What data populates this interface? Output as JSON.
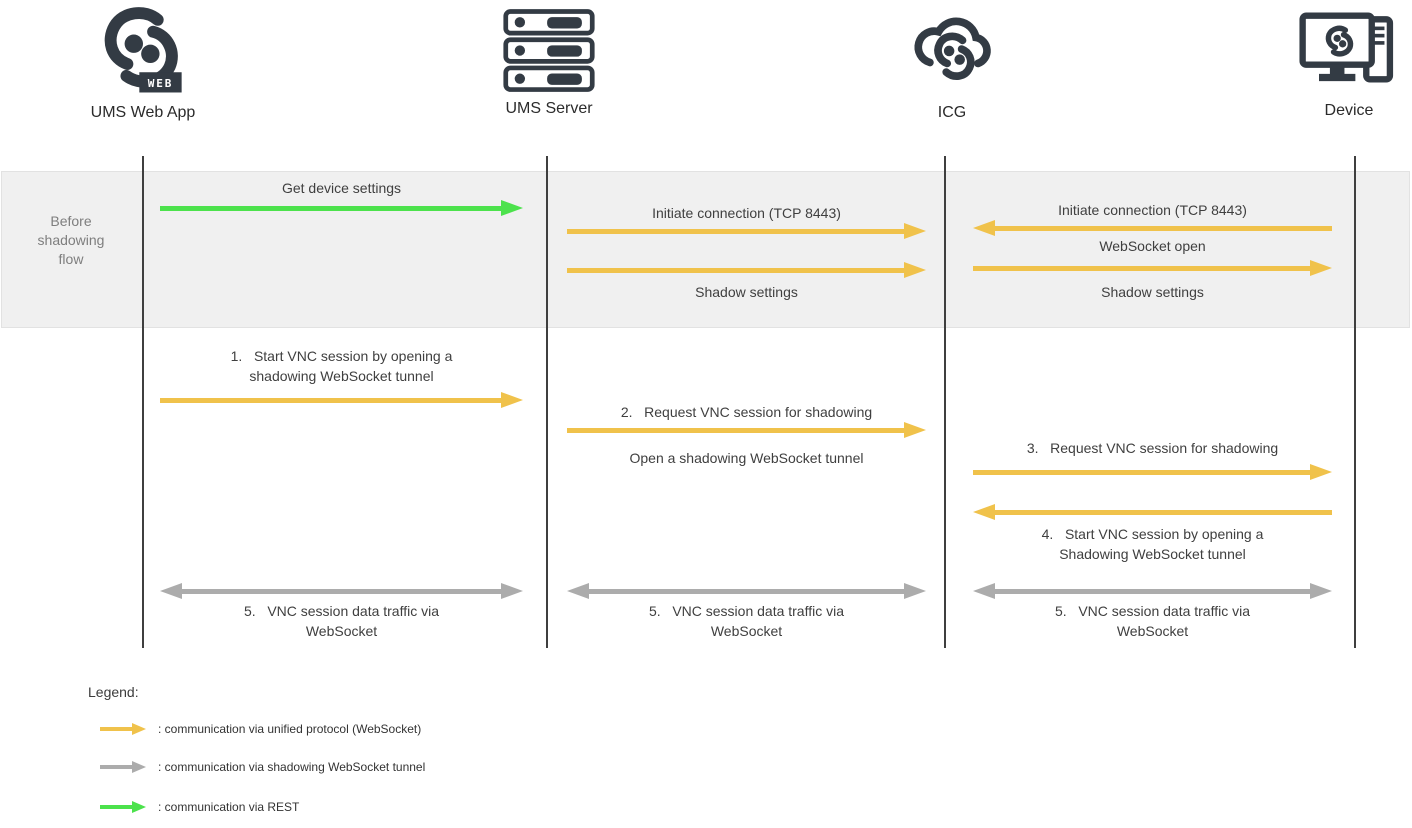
{
  "colors": {
    "unified": "#F0C24B",
    "shadow": "#ACACAC",
    "rest": "#4CE24C",
    "icon": "#333B44"
  },
  "actors": [
    {
      "label": "UMS Web App"
    },
    {
      "label": "UMS Server"
    },
    {
      "label": "ICG"
    },
    {
      "label": "Device"
    }
  ],
  "web_badge": "WEB",
  "phase": {
    "lines": [
      "Before",
      "shadowing",
      "flow"
    ]
  },
  "before": {
    "get_device_settings": "Get device settings",
    "initiate_b": "Initiate connection (TCP 8443)",
    "shadow_b": "Shadow settings",
    "initiate_c": "Initiate connection (TCP 8443)",
    "websocket_open": "WebSocket open",
    "shadow_c": "Shadow settings"
  },
  "main": {
    "step1": {
      "lines": [
        "1.   Start VNC session by opening a",
        "shadowing WebSocket tunnel"
      ]
    },
    "step2": {
      "label": "2.   Request VNC session for shadowing",
      "below": "Open a shadowing WebSocket tunnel"
    },
    "step3": {
      "label": "3.   Request VNC session for shadowing"
    },
    "step4": {
      "lines": [
        "4.   Start VNC session by opening a",
        "Shadowing WebSocket tunnel"
      ]
    },
    "step5": {
      "lines": [
        "5.   VNC session data traffic via",
        "WebSocket"
      ]
    }
  },
  "legend": {
    "title": "Legend:",
    "items": [
      {
        "label": ": communication via unified protocol (WebSocket)",
        "type": "unified"
      },
      {
        "label": ": communication via shadowing WebSocket tunnel",
        "type": "shadow"
      },
      {
        "label": ": communication via REST",
        "type": "rest"
      }
    ]
  }
}
